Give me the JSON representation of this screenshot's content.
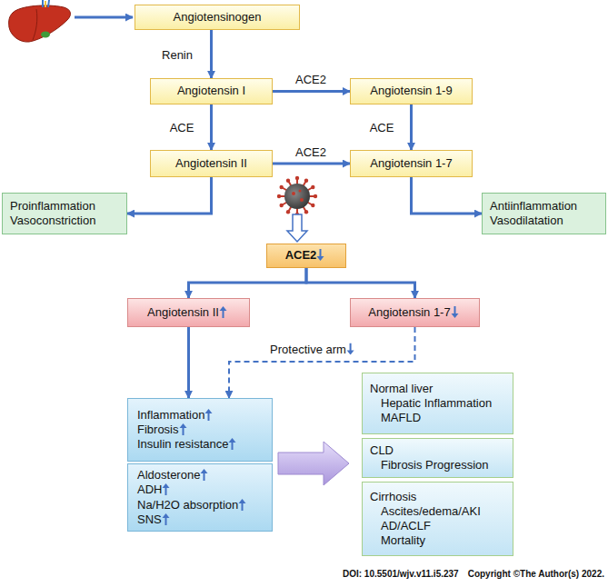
{
  "diagram": {
    "nodes": [
      {
        "text": [
          "Angiotensinogen"
        ]
      },
      {
        "text": [
          "Angiotensin I"
        ]
      },
      {
        "text": [
          "Angiotensin 1-9"
        ]
      },
      {
        "text": [
          "Angiotensin II"
        ]
      },
      {
        "text": [
          "Angiotensin 1-7"
        ]
      },
      {
        "text": [
          "Proinflammation Vasoconstriction"
        ]
      },
      {
        "text": [
          "Antiinflammation Vasodilatation"
        ]
      },
      {
        "text": [
          "ACE2"
        ]
      },
      {
        "text": [
          "Angiotensin II"
        ]
      },
      {
        "text": [
          "Angiotensin 1-7"
        ]
      },
      {
        "text": [
          "Inflammation",
          "Fibrosis",
          "Insulin resistance"
        ]
      },
      {
        "text": [
          "Aldosterone",
          "ADH",
          "Na/H2O absorption",
          "SNS"
        ]
      },
      {
        "text": [
          "Normal liver",
          "Hepatic Inflammation",
          "MAFLD"
        ]
      },
      {
        "text": [
          "CLD",
          "Fibrosis Progression"
        ]
      },
      {
        "text": [
          "Cirrhosis",
          "Ascites/edema/AKI",
          "AD/ACLF",
          "Mortality"
        ]
      }
    ],
    "edges": [
      {
        "from": 0,
        "to": 1,
        "label": "Renin",
        "arrow": "to"
      },
      {
        "from": 1,
        "to": 2,
        "label": "ACE2",
        "arrow": "to"
      },
      {
        "from": 1,
        "to": 3,
        "label": "ACE",
        "arrow": "to"
      },
      {
        "from": 2,
        "to": 4,
        "label": "ACE",
        "arrow": "to"
      },
      {
        "from": 3,
        "to": 4,
        "label": "ACE2",
        "arrow": "to"
      },
      {
        "from": 3,
        "to": 5,
        "arrow": "to"
      },
      {
        "from": 4,
        "to": 6,
        "arrow": "to"
      },
      {
        "from": 7,
        "to": 8,
        "arrow": "to"
      },
      {
        "from": 7,
        "to": 9,
        "arrow": "to"
      },
      {
        "from": 8,
        "to": 10,
        "arrow": "to"
      },
      {
        "from": 9,
        "to": 10,
        "label": "Protective arm",
        "arrow": "to"
      }
    ],
    "labels": [
      "DOI: 10.5501/wjv.v11.i5.237",
      "Copyright ©The Author(s) 2022."
    ]
  }
}
